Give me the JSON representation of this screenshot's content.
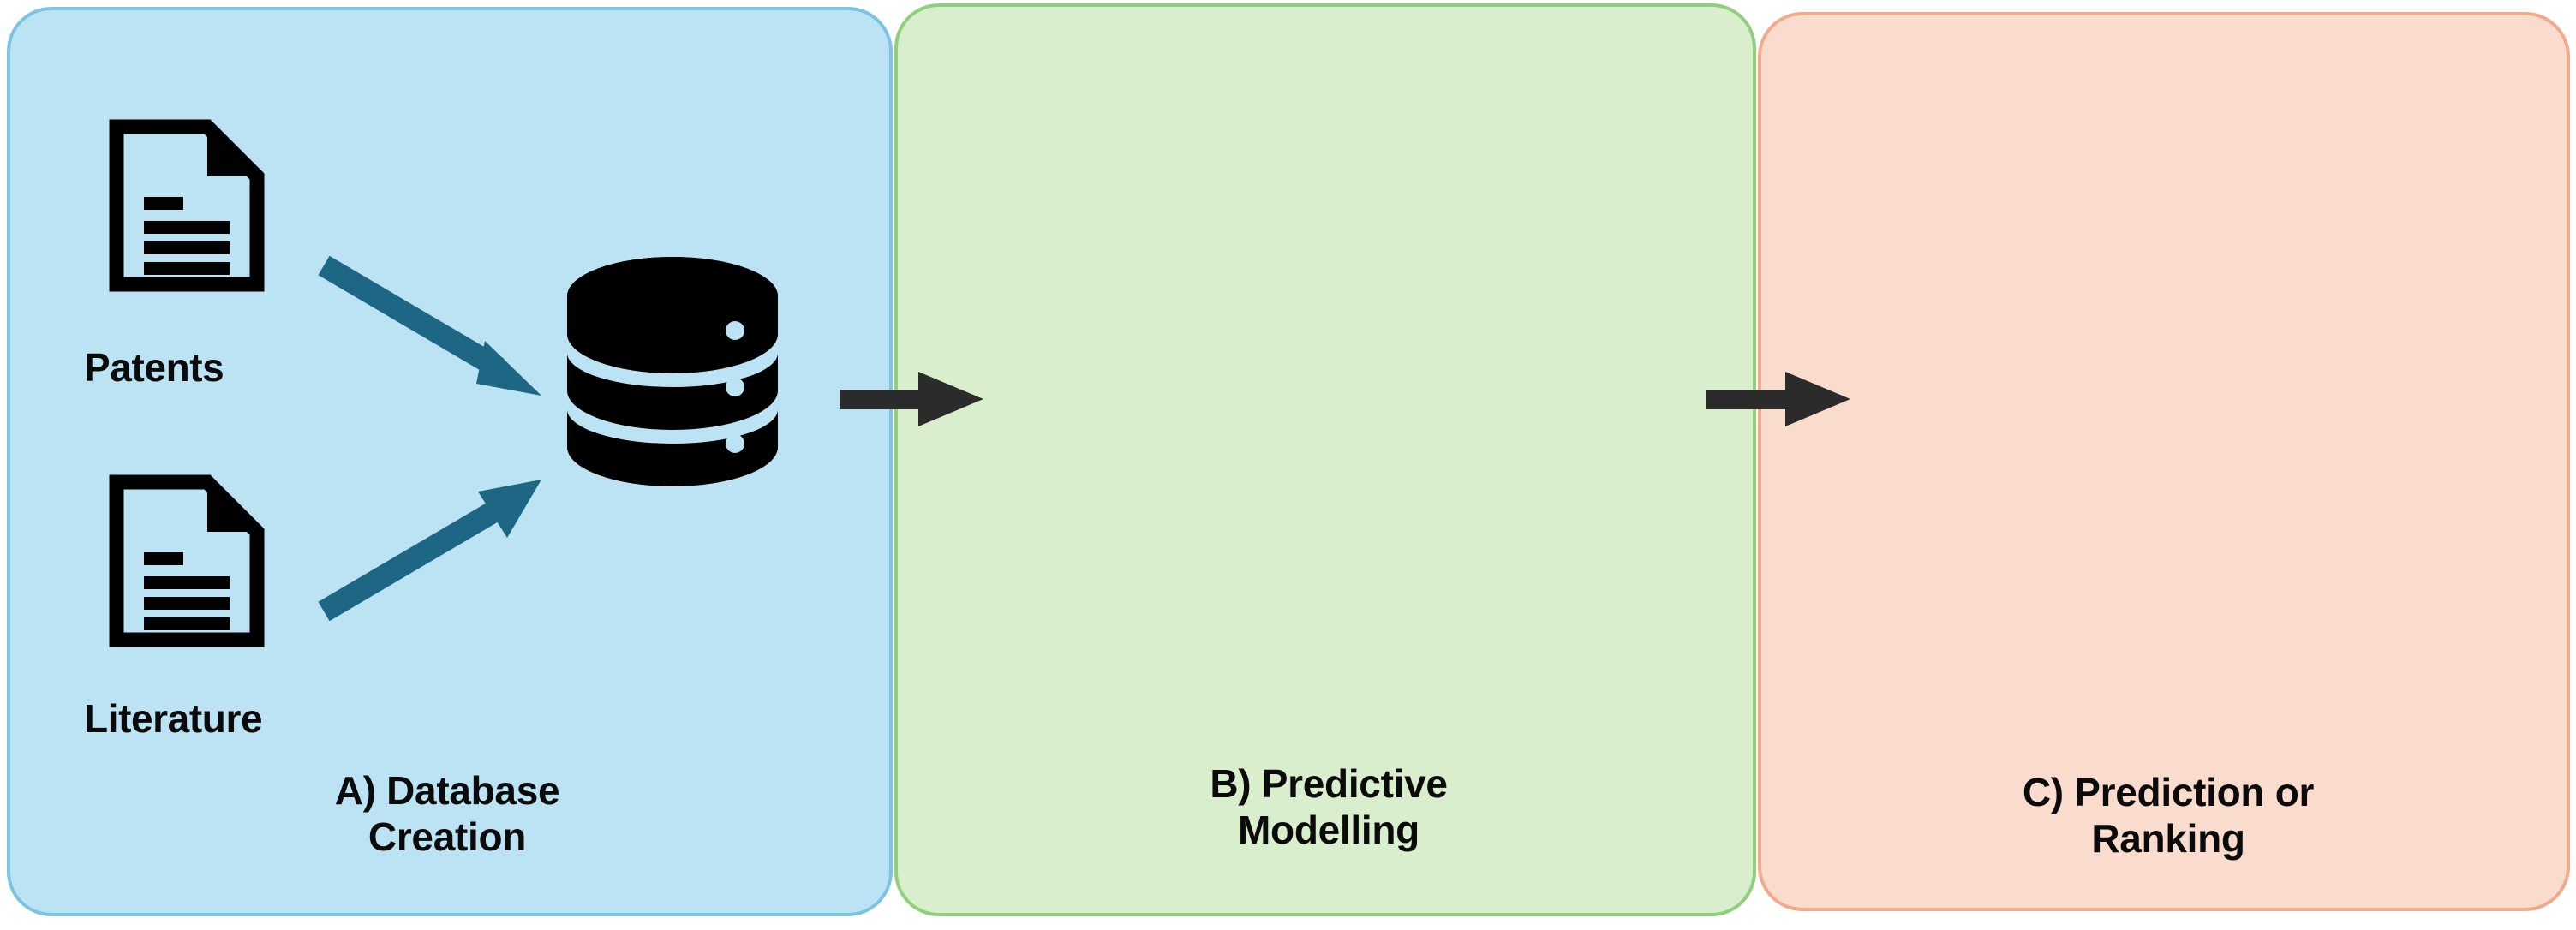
{
  "diagram": {
    "title": "Research workflow: database creation, predictive modelling, prediction or ranking",
    "panels": [
      {
        "id": "a",
        "caption": "A) Database\nCreation",
        "background_color": "#bce3f3",
        "border_color": "#7cc4e2",
        "sources": [
          {
            "label": "Patents",
            "icon": "document-icon"
          },
          {
            "label": "Literature",
            "icon": "document-icon"
          }
        ],
        "target_icon": "database-cylinder-icon",
        "arrow_color": "#1d6684"
      },
      {
        "id": "b",
        "caption": "B) Predictive\nModelling",
        "background_color": "#d9eecd",
        "border_color": "#8ed07b",
        "icons": [
          "scatter-trend-icon",
          "network-hub-icon"
        ]
      },
      {
        "id": "c",
        "caption": "C) Prediction or\nRanking",
        "background_color": "#fadcce",
        "border_color": "#f3a98c",
        "icons": [
          "bar-chart-growth-icon"
        ]
      }
    ],
    "flow_arrows": [
      {
        "from": "a",
        "to": "b",
        "color": "#2b2b2b"
      },
      {
        "from": "b",
        "to": "c",
        "color": "#2b2b2b"
      }
    ],
    "icon_colors": {
      "glyph": "#000000",
      "flow_arrow": "#2b2b2b",
      "source_arrow": "#1d6684"
    }
  }
}
